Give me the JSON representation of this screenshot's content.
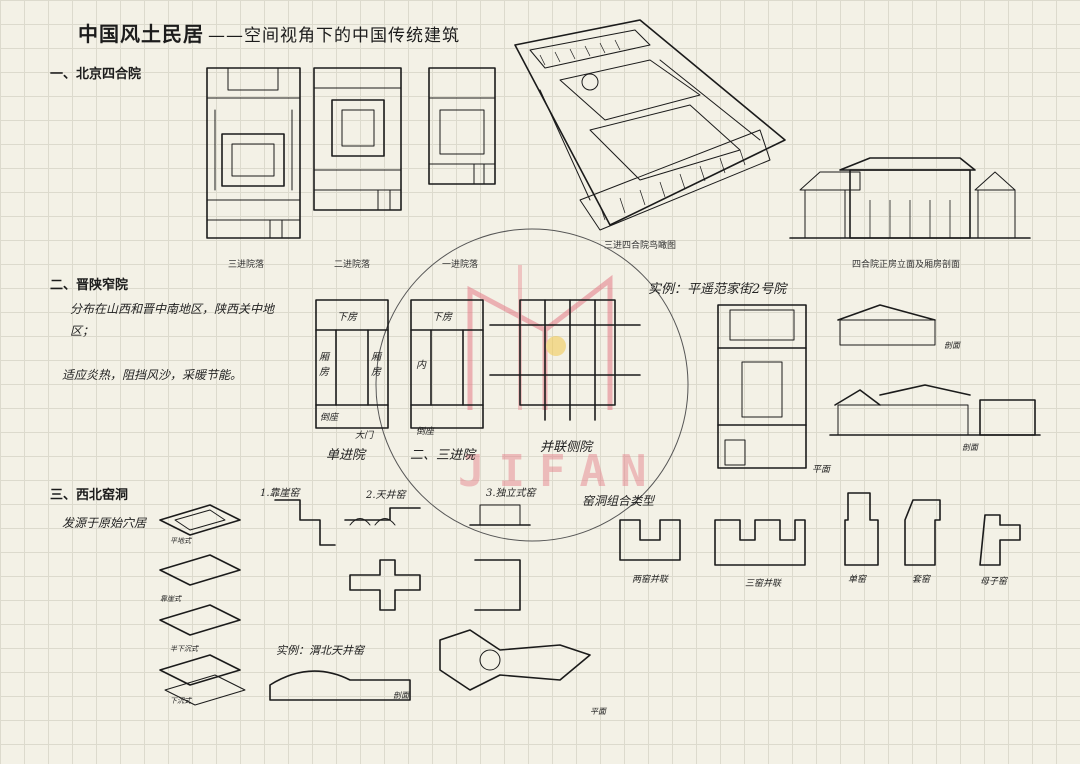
{
  "title": {
    "main": "中国风土民居",
    "sub": "——空间视角下的中国传统建筑"
  },
  "sections": {
    "beijing": "一、北京四合院",
    "jinshaan": "二、晋陕窄院",
    "xibei": "三、西北窑洞"
  },
  "captions": {
    "three_courtyard": "三进院落",
    "two_courtyard": "二进院落",
    "one_courtyard": "一进院落",
    "aerial": "三进四合院鸟瞰图",
    "elevation": "四合院正房立面及厢房剖面"
  },
  "handwriting": {
    "jinshaan_desc": "分布在山西和晋中南地区，陕西关中地区；",
    "jinshaan_desc2": "适应炎热，阻挡风沙，采暖节能。",
    "example_pingyao": "实例：平遥范家街2号院",
    "room_top": "下房",
    "room_left": "厢房",
    "room_right": "厢房",
    "room_bottom": "倒座",
    "door": "大门",
    "single_courtyard": "单进院",
    "inner": "内",
    "multi_courtyard": "二、三进院",
    "side_courtyard": "并联侧院",
    "plan": "平面",
    "section": "剖面",
    "xibei_desc": "发源于原始穴居",
    "cliff_yao": "1.靠崖窑",
    "pit_yao": "2.天井窑",
    "hoop_yao": "3.独立式窑",
    "combo_types": "窑洞组合类型",
    "two_in_line": "两窑并联",
    "three_in_line": "三窑并联",
    "single_yao": "单窑",
    "corner_yao": "套窑",
    "combo_yao": "母子窑",
    "example_pit": "实例：渭北天井窑",
    "section_label": "剖面",
    "plan_label": "平面",
    "flat_kind": "平地式",
    "sloped": "靠崖式",
    "half_sunken": "半下沉式",
    "sunken": "下沉式"
  },
  "watermark": {
    "text": "JIFAN",
    "color": "#e47a86"
  },
  "colors": {
    "ink": "#1b1b1b",
    "paper": "#f3f1e6",
    "grid": "#dcdacd",
    "watermark": "#e47a86",
    "accent_dot": "#f2c94c"
  }
}
